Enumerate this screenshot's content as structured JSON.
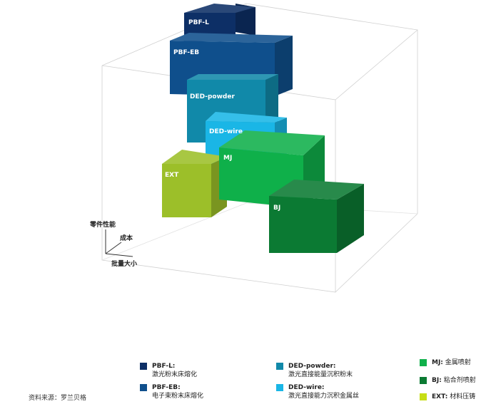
{
  "axes": {
    "performance": "零件性能",
    "cost": "成本",
    "volume": "批量大小"
  },
  "blocks": [
    {
      "id": "pbf-l",
      "label": "PBF-L",
      "color": "#0d2f66"
    },
    {
      "id": "pbf-eb",
      "label": "PBF-EB",
      "color": "#0f4f8c"
    },
    {
      "id": "ded-powder",
      "label": "DED-powder",
      "color": "#1189a9"
    },
    {
      "id": "ded-wire",
      "label": "DED-wire",
      "color": "#1ab6e6"
    },
    {
      "id": "ext",
      "label": "EXT",
      "color": "#9cbf29"
    },
    {
      "id": "mj",
      "label": "MJ",
      "color": "#0fb04a"
    },
    {
      "id": "bj",
      "label": "BJ",
      "color": "#0b7a33"
    }
  ],
  "legend": [
    {
      "key": "PBF-L:",
      "desc": "激光粉末床熔化",
      "color": "#0d2f66"
    },
    {
      "key": "PBF-EB:",
      "desc": "电子束粉末床熔化",
      "color": "#0f4f8c"
    },
    {
      "key": "DED-powder:",
      "desc": "激光直接能量沉积粉末",
      "color": "#1189a9"
    },
    {
      "key": "DED-wire:",
      "desc": "激光直接能力沉积金属丝",
      "color": "#1ab6e6"
    },
    {
      "key": "MJ:",
      "desc": "金属喷射",
      "color": "#0fb04a"
    },
    {
      "key": "BJ:",
      "desc": "粘合剂喷射",
      "color": "#0b7a33"
    },
    {
      "key": "EXT:",
      "desc": "材料压铸",
      "color": "#c7de16"
    }
  ],
  "source": "资料来源：罗兰贝格"
}
